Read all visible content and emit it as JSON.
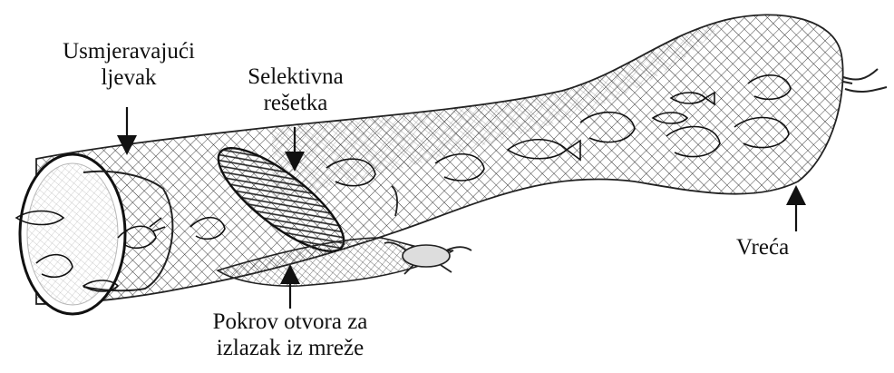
{
  "labels": {
    "funnel_line1": "Usmjeravajući",
    "funnel_line2": "ljevak",
    "grid_line1": "Selektivna",
    "grid_line2": "rešetka",
    "cover_line1": "Pokrov otvora za",
    "cover_line2": "izlazak iz mreže",
    "bag": "Vreća"
  },
  "colors": {
    "ink": "#111111",
    "net": "#333333",
    "background": "#ffffff"
  }
}
